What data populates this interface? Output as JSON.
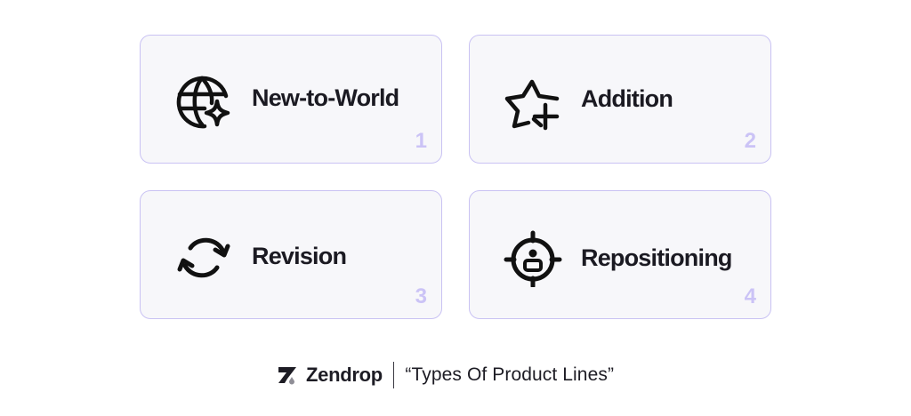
{
  "cards": [
    {
      "label": "New-to-World",
      "number": "1",
      "icon": "globe-sparkle-icon"
    },
    {
      "label": "Addition",
      "number": "2",
      "icon": "star-plus-icon"
    },
    {
      "label": "Revision",
      "number": "3",
      "icon": "refresh-arrows-icon"
    },
    {
      "label": "Repositioning",
      "number": "4",
      "icon": "target-person-icon"
    }
  ],
  "footer": {
    "brand": "Zendrop",
    "caption": "“Types Of Product Lines”"
  },
  "colors": {
    "card_background": "#f7f7fa",
    "card_border": "#c9c2f3",
    "number_color": "#cbc3f6",
    "text": "#1b1a22"
  }
}
